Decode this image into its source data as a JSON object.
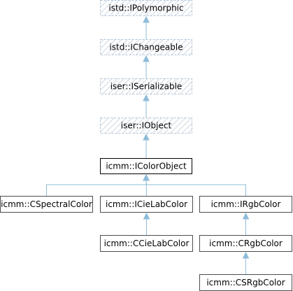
{
  "colors": {
    "edge": "#8fbcd9",
    "node_border": "#b0c4d6",
    "node_border_solid": "#4d4d4d",
    "node_border_highlight": "#000000",
    "hatch": "#dde3ea",
    "background": "#ffffff"
  },
  "nodes": [
    {
      "id": "ipolymorphic",
      "label": "istd::IPolymorphic",
      "style": "external"
    },
    {
      "id": "ichangeable",
      "label": "istd::IChangeable",
      "style": "external"
    },
    {
      "id": "iserializable",
      "label": "iser::ISerializable",
      "style": "external"
    },
    {
      "id": "iobject",
      "label": "iser::IObject",
      "style": "external"
    },
    {
      "id": "icolorobject",
      "label": "icmm::IColorObject",
      "style": "highlight"
    },
    {
      "id": "cspectralcolor",
      "label": "icmm::CSpectralColor",
      "style": "normal"
    },
    {
      "id": "icielabcolor",
      "label": "icmm::ICieLabColor",
      "style": "normal"
    },
    {
      "id": "irgbcolor",
      "label": "icmm::IRgbColor",
      "style": "normal"
    },
    {
      "id": "ccielabcolor",
      "label": "icmm::CCieLabColor",
      "style": "normal"
    },
    {
      "id": "crgbcolor",
      "label": "icmm::CRgbColor",
      "style": "normal"
    },
    {
      "id": "csrgbcolor",
      "label": "icmm::CSRgbColor",
      "style": "normal"
    }
  ],
  "edges": [
    {
      "from": "ichangeable",
      "to": "ipolymorphic"
    },
    {
      "from": "iserializable",
      "to": "ichangeable"
    },
    {
      "from": "iobject",
      "to": "iserializable"
    },
    {
      "from": "icolorobject",
      "to": "iobject"
    },
    {
      "from": "cspectralcolor",
      "to": "icolorobject"
    },
    {
      "from": "icielabcolor",
      "to": "icolorobject"
    },
    {
      "from": "irgbcolor",
      "to": "icolorobject"
    },
    {
      "from": "ccielabcolor",
      "to": "icielabcolor"
    },
    {
      "from": "crgbcolor",
      "to": "irgbcolor"
    },
    {
      "from": "csrgbcolor",
      "to": "crgbcolor"
    }
  ]
}
